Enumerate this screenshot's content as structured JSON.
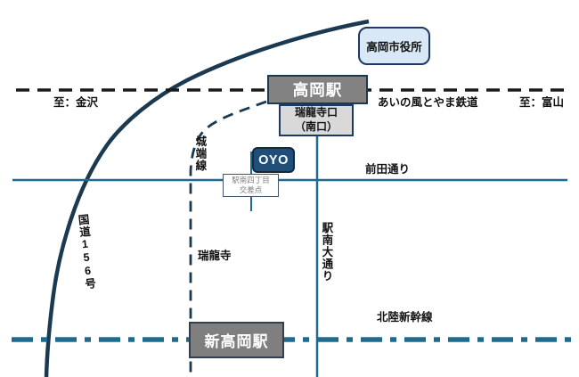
{
  "colors": {
    "road_navy": "#1b3a52",
    "street_teal": "#1e6b8f",
    "railway_black": "#1a1a1a",
    "station_fill": "#808080",
    "exit_fill": "#d9d9d9",
    "city_hall_fill": "#d9e8f6",
    "oyo_fill": "#1f4e79"
  },
  "boxes": {
    "city_hall": "高岡市役所",
    "takaoka_station": "高岡駅",
    "zuiryuji_exit_line1": "瑞龍寺口",
    "zuiryuji_exit_line2": "（南口）",
    "oyo": "OYO",
    "intersection_line1": "駅南四丁目",
    "intersection_line2": "交差点",
    "shin_takaoka_station": "新高岡駅"
  },
  "labels": {
    "to_kanazawa": "至：金沢",
    "ainokaze_railway": "あいの風とやま鉄道",
    "to_toyama": "至：富山",
    "maeda_street": "前田通り",
    "johana_line": "城端線",
    "zuiryuji_temple": "瑞龍寺",
    "ekinan_street": "駅南大通り",
    "route_156": "国道156号",
    "hokuriku_shinkansen": "北陸新幹線"
  }
}
